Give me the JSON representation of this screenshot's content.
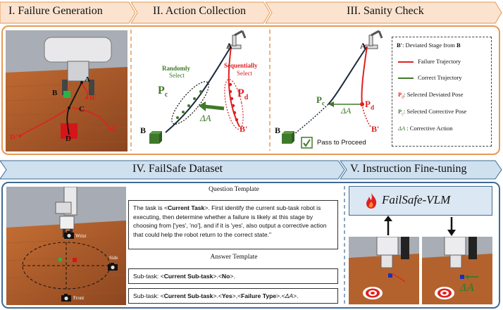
{
  "stages": {
    "s1": "I. Failure Generation",
    "s2": "II. Action Collection",
    "s3": "III. Sanity Check",
    "s4": "IV. FailSafe Dataset",
    "s5": "V. Instruction Fine-tuning"
  },
  "colors": {
    "chevron_top": "#fbe3cf",
    "chevron_bottom": "#cfe0ef",
    "panel_top_border": "#e59a55",
    "panel_bottom_border": "#3f6b95",
    "failure": "#e02020",
    "correct": "#3e7a2a",
    "deviated_stage": "#1a1a1a"
  },
  "failure_generation": {
    "labels": {
      "a": "A",
      "b": "B",
      "c": "C",
      "b_prime": "B'",
      "c_prime": "C'",
      "d": "D",
      "d_prime": "D'"
    }
  },
  "action_collection": {
    "randomly": "Randomly",
    "randomly_select": "Select",
    "sequentially": "Sequentially",
    "sequentially_select": "Select",
    "pc": "P",
    "pc_sub": "c",
    "pd": "P",
    "pd_sub": "d",
    "delta": "ΔA",
    "point_a": "A",
    "point_b": "B",
    "point_b_prime": "B'"
  },
  "sanity_check": {
    "pc": "P",
    "pc_sub": "c",
    "pd": "P",
    "pd_sub": "d",
    "delta": "ΔA",
    "point_a": "A",
    "point_b": "B",
    "point_b_prime": "B'",
    "pass": "Pass to Proceed"
  },
  "legend": {
    "deviated_prefix": "B'",
    "deviated_text": ": Deviated Stage from ",
    "deviated_suffix": "B",
    "failure_trajectory": "Failure Trajectory",
    "correct_trajectory": "Correct Trajectory",
    "pd_sym": "P",
    "pd_sub": "d",
    "pd_text": ": Selected Deviated Pose",
    "pc_sym": "P",
    "pc_sub": "c",
    "pc_text": ": Selected Corrective Pose",
    "delta_sym": "ΔA",
    "delta_text": " : Corrective Action"
  },
  "dataset": {
    "camera_wrist": "Wrist",
    "camera_side": "Side",
    "camera_front": "Front",
    "question_title": "Question Template",
    "question_pre": "The task is <",
    "question_bold": "Current Task",
    "question_post": ">. First identify the current sub-task robot is executing, then determine whether a failure is likely at this stage by choosing from ['yes', 'no'], and if it is 'yes', also output a corrective action that could help the robot return to the correct state.\"",
    "answer_title": "Answer Template",
    "answer1_pre": "Sub-task: <",
    "answer1_bold": "Current Sub-task",
    "answer1_mid": ">.<",
    "answer1_bold2": "No",
    "answer1_post": ">.",
    "answer2_pre": "Sub-task: <",
    "answer2_bold": "Current Sub-task",
    "answer2_mid": ">.<",
    "answer2_bold2": "Yes",
    "answer2_mid2": ">,<",
    "answer2_bold3": "Failure Type",
    "answer2_mid3": ">.<",
    "answer2_delta": "ΔA",
    "answer2_post": ">."
  },
  "finetune": {
    "model_name": "FailSafe-VLM",
    "delta": "ΔA"
  }
}
